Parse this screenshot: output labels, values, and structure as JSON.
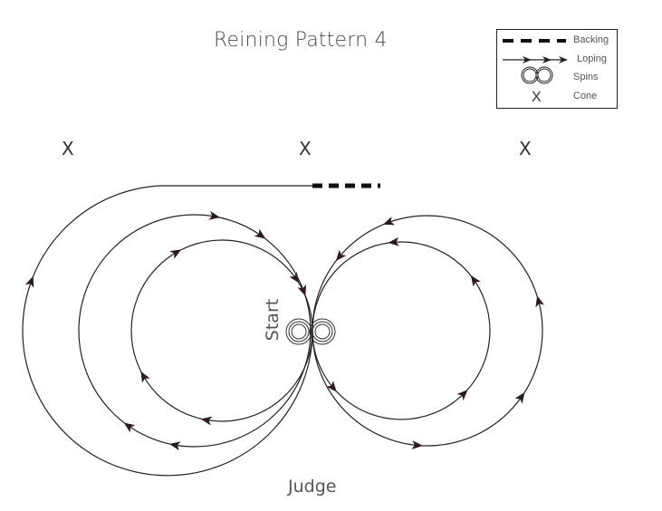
{
  "title": "Reining Pattern 4",
  "legend": {
    "backing": "Backing",
    "loping": "Loping",
    "spins": "Spins",
    "cone_symbol": "X",
    "cone": "Cone"
  },
  "cones": [
    "X",
    "X",
    "X"
  ],
  "labels": {
    "start": "Start",
    "judge": "Judge"
  },
  "colors": {
    "line": "#222222",
    "arrow": "#2a1a24"
  }
}
